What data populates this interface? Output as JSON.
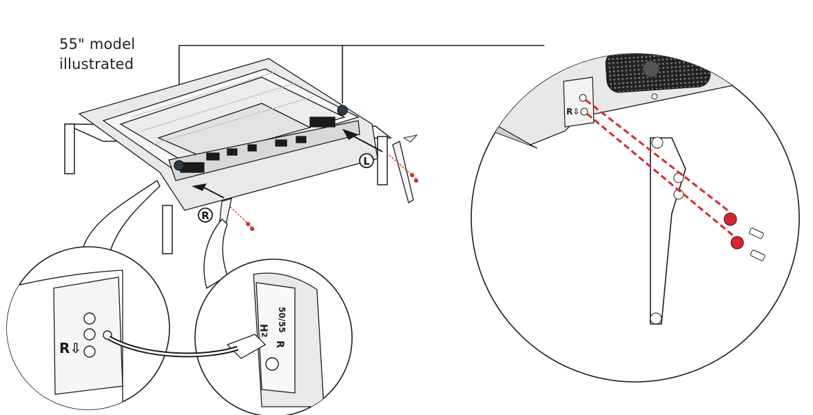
{
  "caption": {
    "line1": "55\" model",
    "line2": "illustrated"
  },
  "labels": {
    "right_marker": "R",
    "left_marker": "L",
    "bracket_marking": "R⇩",
    "leg_marking_side": "R",
    "leg_marking_model": "50/55",
    "leg_marking_h": "H",
    "leg_marking_num": "2"
  },
  "colors": {
    "line": "#1a1a1a",
    "tv_fill": "#e6e6e6",
    "screw_accent": "#d9262c"
  }
}
